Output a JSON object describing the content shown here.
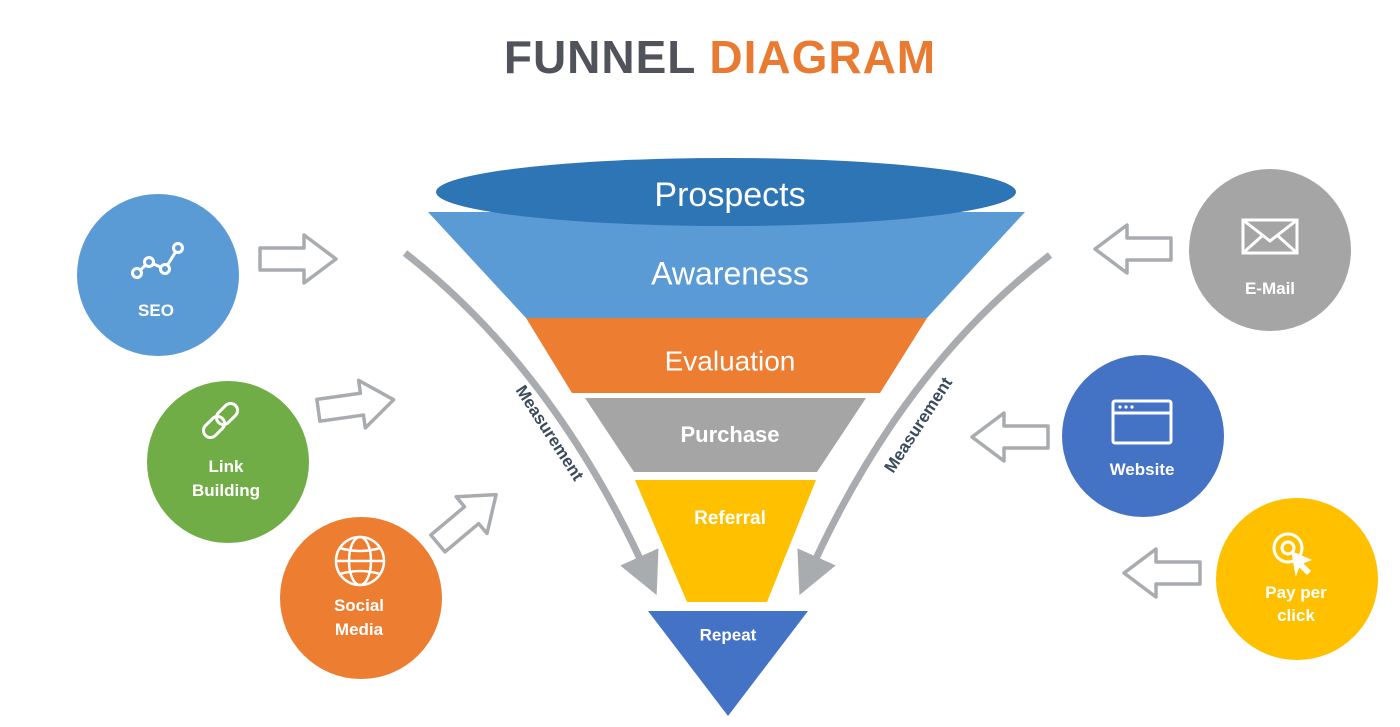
{
  "title": {
    "part1": "FUNNEL",
    "part2": "DIAGRAM"
  },
  "colors": {
    "title_dark": "#50535a",
    "title_accent": "#e97a32",
    "prospects": "#2e75b6",
    "awareness": "#5b9bd5",
    "evaluation": "#ed7d31",
    "purchase": "#a5a5a5",
    "referral": "#ffc000",
    "repeat": "#4472c4",
    "arrow": "#a9acaf"
  },
  "funnel": {
    "stages": [
      {
        "label": "Prospects"
      },
      {
        "label": "Awareness"
      },
      {
        "label": "Evaluation"
      },
      {
        "label": "Purchase"
      },
      {
        "label": "Referral"
      },
      {
        "label": "Repeat"
      }
    ]
  },
  "measurement": {
    "left": "Measurement",
    "right": "Measurement"
  },
  "sources": {
    "left": [
      {
        "label": "SEO",
        "icon": "seo-chart-icon",
        "color": "#5b9bd5"
      },
      {
        "label_line1": "Link",
        "label_line2": "Building",
        "icon": "link-icon",
        "color": "#70ad47"
      },
      {
        "label_line1": "Social",
        "label_line2": "Media",
        "icon": "globe-icon",
        "color": "#ed7d31"
      }
    ],
    "right": [
      {
        "label": "E-Mail",
        "icon": "envelope-icon",
        "color": "#a5a5a5"
      },
      {
        "label": "Website",
        "icon": "browser-window-icon",
        "color": "#4472c4"
      },
      {
        "label_line1": "Pay per",
        "label_line2": "click",
        "icon": "click-target-icon",
        "color": "#ffc000"
      }
    ]
  }
}
